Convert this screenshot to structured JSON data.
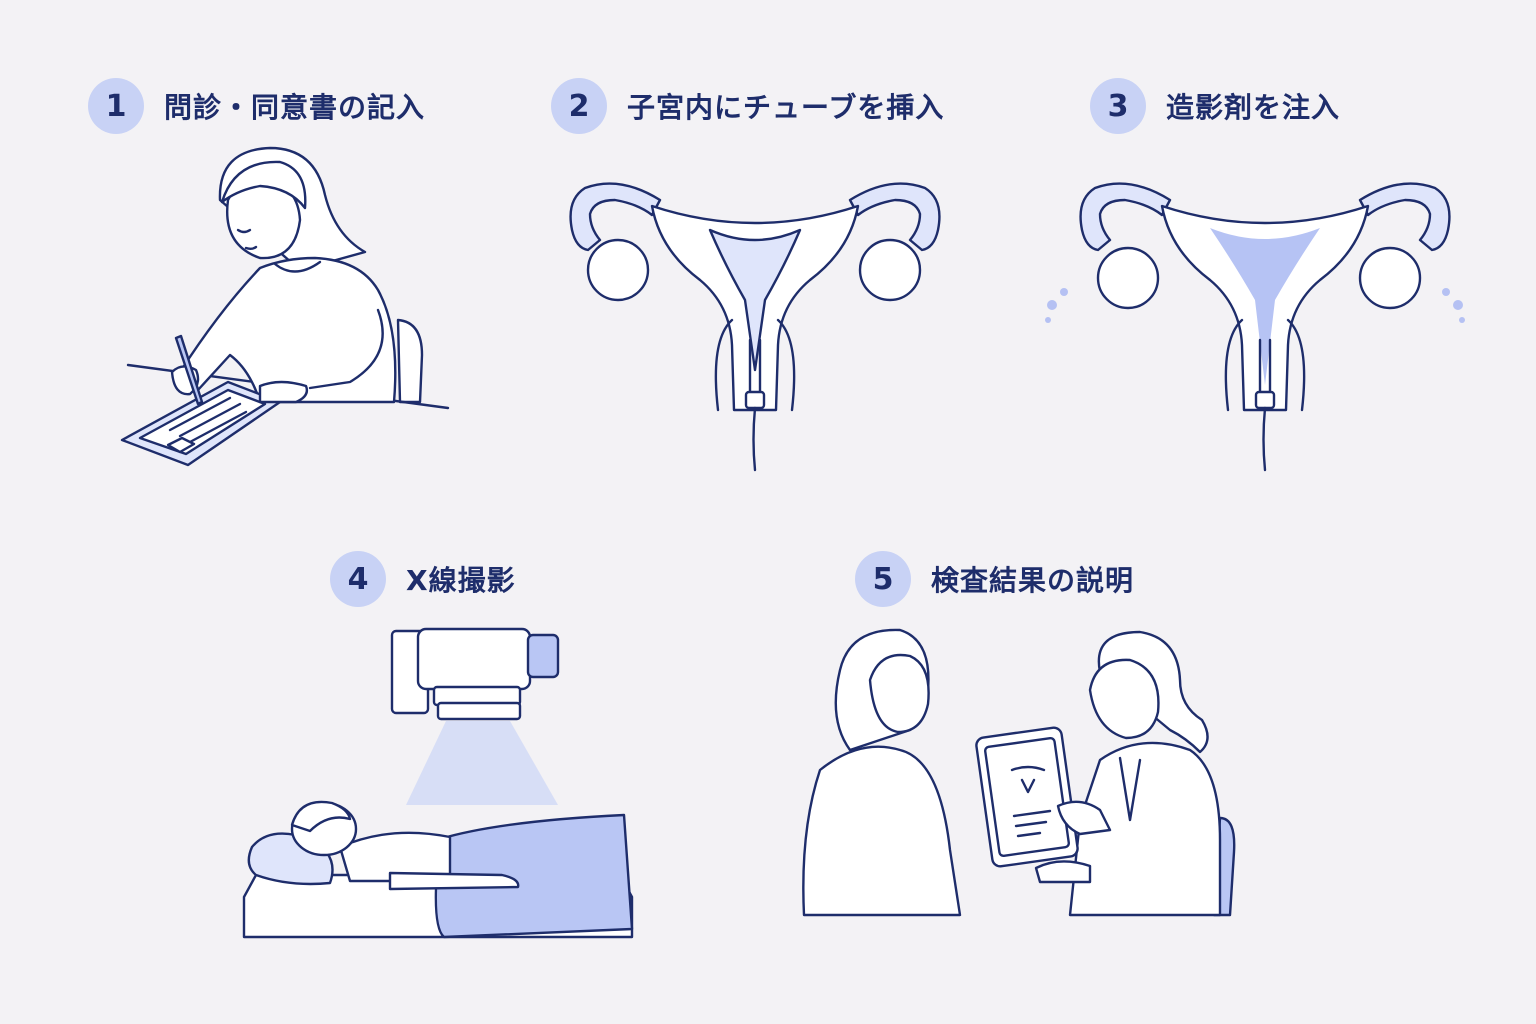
{
  "steps": [
    {
      "number": "1",
      "title": "問診・同意書の記入"
    },
    {
      "number": "2",
      "title": "子宮内にチューブを挿入"
    },
    {
      "number": "3",
      "title": "造影剤を注入"
    },
    {
      "number": "4",
      "title": "X線撮影"
    },
    {
      "number": "5",
      "title": "検査結果の説明"
    }
  ],
  "colors": {
    "background": "#f3f2f5",
    "badge": "#c8d2f5",
    "ink": "#1e2d6b",
    "accent": "#b9c6f4"
  }
}
